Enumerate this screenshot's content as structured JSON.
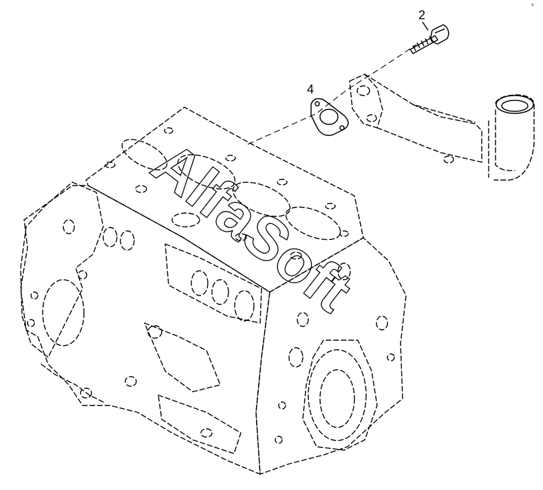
{
  "labels": {
    "callout_2": "2",
    "callout_4": "4",
    "corner_mark": "©"
  },
  "watermark": {
    "text": "AlfaSoft"
  },
  "parts": [
    {
      "callout": "2",
      "name": "bolt-icon"
    },
    {
      "callout": "4",
      "name": "gasket-icon"
    }
  ],
  "colors": {
    "line": "#000000",
    "background": "#ffffff"
  }
}
